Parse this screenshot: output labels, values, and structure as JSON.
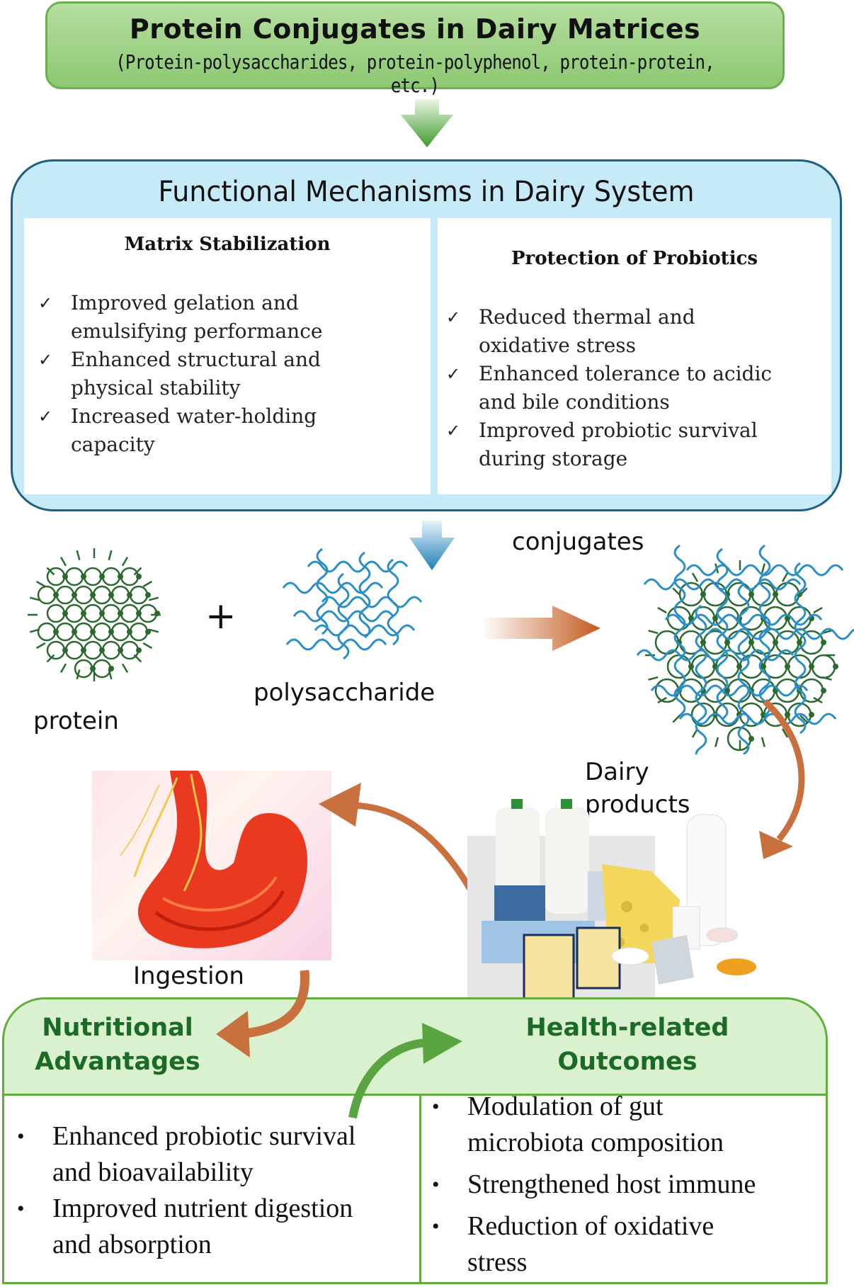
{
  "header": {
    "title": "Protein Conjugates in Dairy Matrices",
    "subtitle": "(Protein-polysaccharides, protein-polyphenol, protein-protein, etc.)"
  },
  "mechanisms": {
    "title": "Functional Mechanisms in Dairy System",
    "left": {
      "heading": "Matrix Stabilization",
      "items": [
        {
          "lines": [
            "Improved gelation and",
            "emulsifying performance"
          ]
        },
        {
          "lines": [
            "Enhanced structural and",
            "physical stability"
          ]
        },
        {
          "lines": [
            "Increased water-holding",
            "capacity"
          ]
        }
      ]
    },
    "right": {
      "heading": "Protection of Probiotics",
      "items": [
        {
          "lines": [
            "Reduced thermal and",
            "oxidative stress"
          ]
        },
        {
          "lines": [
            "Enhanced tolerance to acidic",
            "and bile conditions"
          ]
        },
        {
          "lines": [
            "Improved probiotic survival",
            "during storage"
          ]
        }
      ]
    },
    "check_glyph": "✓"
  },
  "diagram": {
    "plus": "+",
    "protein_label": "protein",
    "polysaccharide_label": "polysaccharide",
    "conjugates_label": "conjugates",
    "dairy_label_1": "Dairy",
    "dairy_label_2": "products",
    "ingestion_label": "Ingestion"
  },
  "outcomes": {
    "left": {
      "heading_1": "Nutritional",
      "heading_2": "Advantages",
      "items": [
        {
          "lines": [
            "Enhanced probiotic survival",
            "and bioavailability"
          ]
        },
        {
          "lines": [
            "Improved nutrient digestion",
            "and absorption"
          ]
        }
      ]
    },
    "right": {
      "heading_1": "Health-related",
      "heading_2": "Outcomes",
      "items": [
        {
          "lines": [
            "Modulation of gut",
            "microbiota composition"
          ]
        },
        {
          "lines": [
            "Strengthened host immune"
          ]
        },
        {
          "lines": [
            "Reduction of oxidative",
            "stress"
          ]
        }
      ]
    },
    "bullet_glyph": "•"
  },
  "colors": {
    "green_box": "#8cc872",
    "blue_box": "#c7eaf8",
    "blue_border": "#1d5f86",
    "protein_green": "#2a6a2e",
    "polysaccharide_blue": "#2b8fc6",
    "arrow_orange": "#c9703f",
    "arrow_green": "#5aa542",
    "heading_green": "#1b6a26"
  }
}
